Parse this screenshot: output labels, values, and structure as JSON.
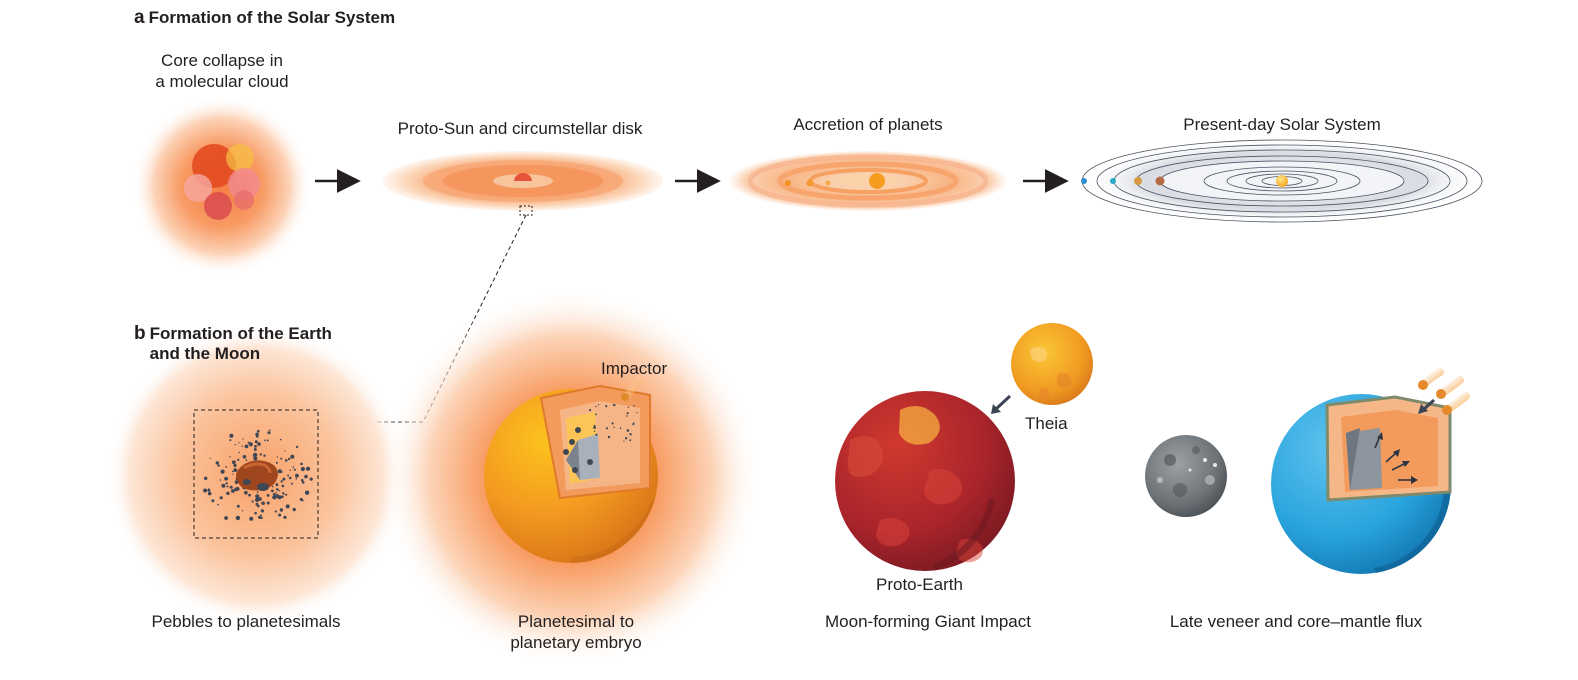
{
  "panel_a": {
    "letter": "a",
    "title": "Formation of the Solar System",
    "stages": {
      "core_collapse": "Core collapse in\na molecular cloud",
      "proto_sun": "Proto-Sun and circumstellar disk",
      "accretion": "Accretion of planets",
      "present_day": "Present-day Solar System"
    }
  },
  "panel_b": {
    "letter": "b",
    "title": "Formation of the Earth\nand the Moon",
    "labels": {
      "impactor": "Impactor",
      "theia": "Theia",
      "proto_earth": "Proto-Earth"
    },
    "stages": {
      "pebbles": "Pebbles to planetesimals",
      "planetesimal": "Planetesimal to\nplanetary embryo",
      "giant_impact": "Moon-forming Giant Impact",
      "late_veneer": "Late veneer and core–mantle flux"
    }
  },
  "colors": {
    "cloud_orange": "#f7934c",
    "sun_yellow": "#f9c529",
    "proto_earth_red": "#b8262b",
    "earth_blue": "#29a3dc",
    "moon_grey": "#6f7478"
  }
}
